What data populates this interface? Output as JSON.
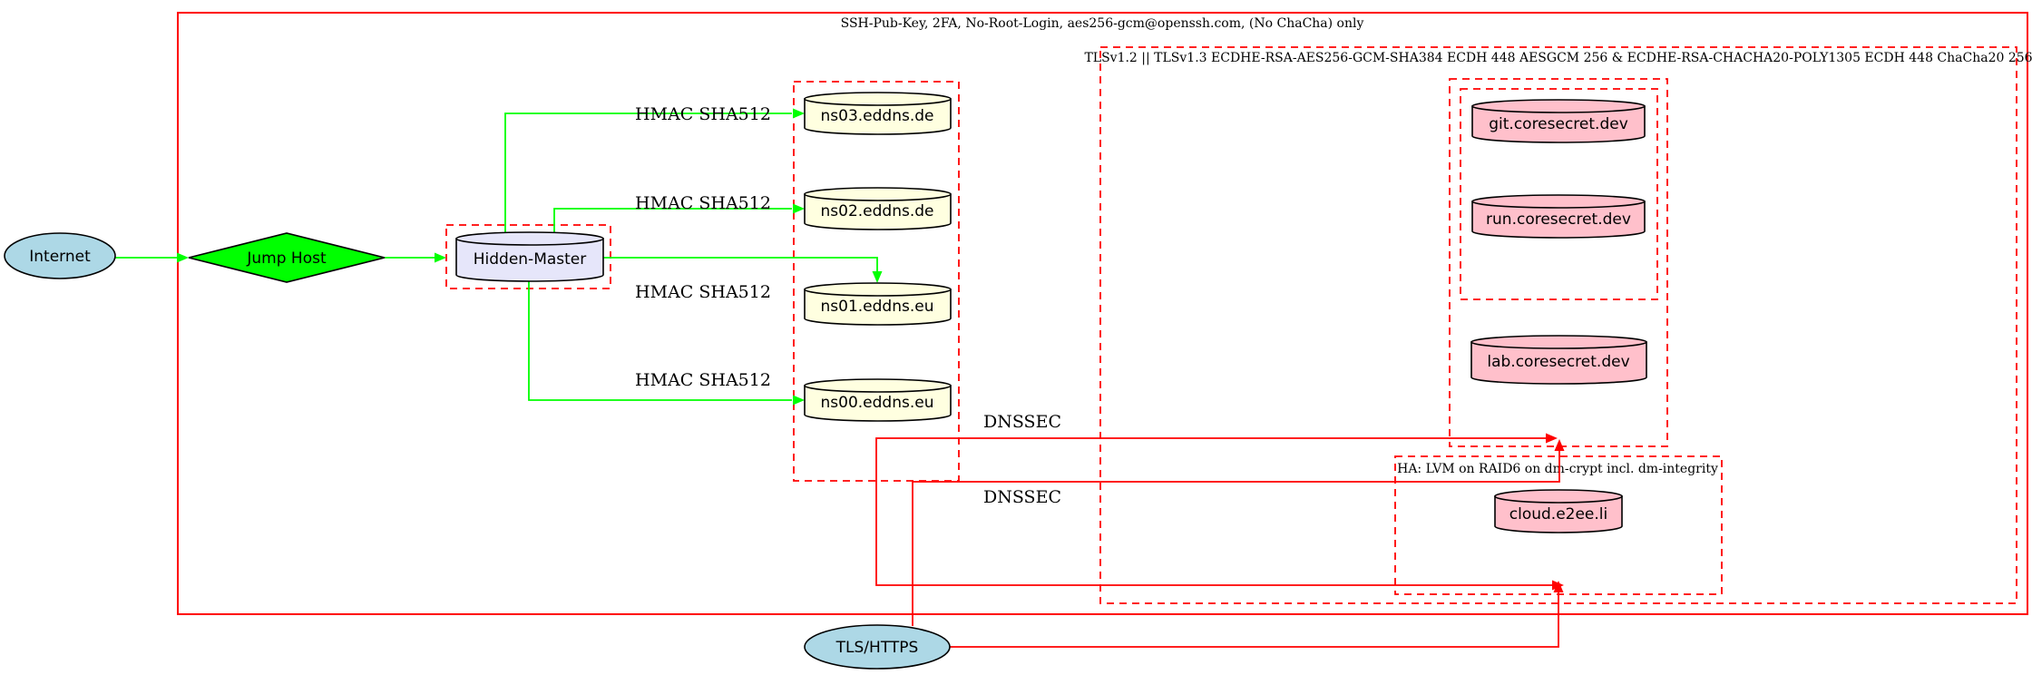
{
  "diagram": {
    "type": "graphviz-network-security-diagram",
    "background": "#ffffff"
  },
  "clusters": {
    "outer_ssh": {
      "label": "SSH-Pub-Key, 2FA, No-Root-Login, aes256-gcm@openssh.com, (No ChaCha) only",
      "border": "solid-red"
    },
    "tls": {
      "label": "TLSv1.2 || TLSv1.3 ECDHE-RSA-AES256-GCM-SHA384 ECDH 448 AESGCM 256 & ECDHE-RSA-CHACHA20-POLY1305 ECDH 448 ChaCha20 256",
      "border": "dashed-red"
    },
    "ha": {
      "label": "HA: LVM on RAID6 on dm-crypt incl. dm-integrity",
      "border": "dashed-red"
    },
    "eddns": {
      "label": "",
      "border": "dashed-red"
    },
    "coresecret_outer": {
      "label": "",
      "border": "dashed-red"
    },
    "coresecret_inner": {
      "label": "",
      "border": "dashed-red"
    },
    "hidden_master_box": {
      "label": "",
      "border": "dashed-red"
    }
  },
  "nodes": {
    "internet": {
      "label": "Internet",
      "shape": "ellipse",
      "fill": "#add8e6"
    },
    "jump_host": {
      "label": "Jump Host",
      "shape": "diamond",
      "fill": "#00ff00"
    },
    "hidden_master": {
      "label": "Hidden-Master",
      "shape": "cylinder",
      "fill": "#e6e6fa"
    },
    "ns03": {
      "label": "ns03.eddns.de",
      "shape": "cylinder",
      "fill": "#ffffe0"
    },
    "ns02": {
      "label": "ns02.eddns.de",
      "shape": "cylinder",
      "fill": "#ffffe0"
    },
    "ns01": {
      "label": "ns01.eddns.eu",
      "shape": "cylinder",
      "fill": "#ffffe0"
    },
    "ns00": {
      "label": "ns00.eddns.eu",
      "shape": "cylinder",
      "fill": "#ffffe0"
    },
    "git": {
      "label": "git.coresecret.dev",
      "shape": "cylinder",
      "fill": "#ffc0cb"
    },
    "run": {
      "label": "run.coresecret.dev",
      "shape": "cylinder",
      "fill": "#ffc0cb"
    },
    "lab": {
      "label": "lab.coresecret.dev",
      "shape": "cylinder",
      "fill": "#ffc0cb"
    },
    "cloud": {
      "label": "cloud.e2ee.li",
      "shape": "cylinder",
      "fill": "#ffc0cb"
    },
    "tls_https": {
      "label": "TLS/HTTPS",
      "shape": "ellipse",
      "fill": "#add8e6"
    }
  },
  "edge_labels": {
    "hmac": "HMAC SHA512",
    "dnssec": "DNSSEC"
  },
  "colors": {
    "secure_edge_green": "#00ff00",
    "red_edge": "#ff0000",
    "cluster_red": "#ff0000",
    "node_stroke": "#000000"
  }
}
